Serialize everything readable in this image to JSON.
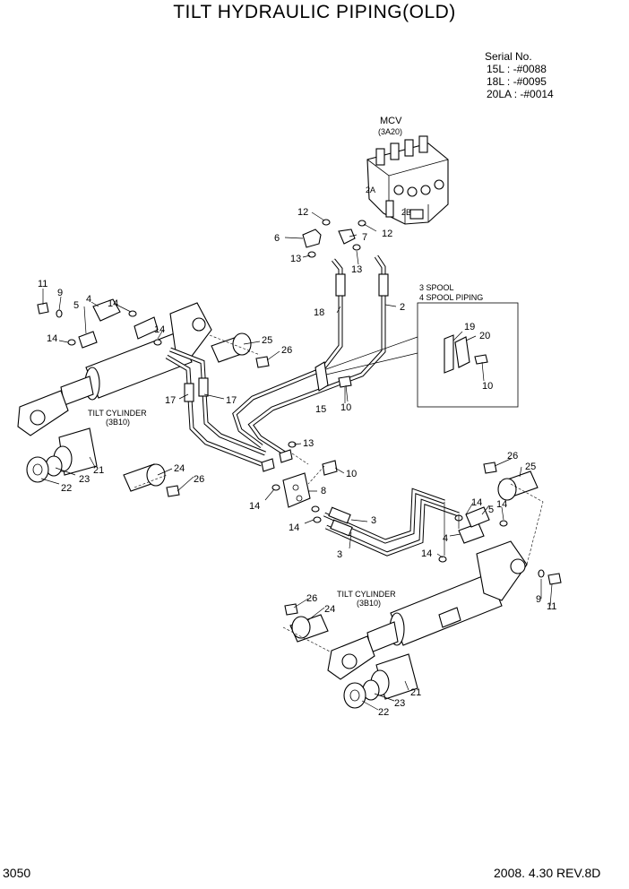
{
  "title": "TILT HYDRAULIC PIPING(OLD)",
  "serial": {
    "heading": "Serial No.",
    "lines": [
      "15L : -#0088",
      "18L : -#0095",
      "20LA : -#0014"
    ]
  },
  "page_number": "3050",
  "revision": "2008. 4.30  REV.8D",
  "annotations": {
    "mcv": "MCV",
    "mcv_code": "(3A20)",
    "spool_line1": "3 SPOOL",
    "spool_line2": "4 SPOOL PIPING",
    "tilt_cyl_left": "TILT CYLINDER",
    "tilt_cyl_left_code": "(3B10)",
    "tilt_cyl_right": "TILT CYLINDER",
    "tilt_cyl_right_code": "(3B10)",
    "port_2a": "2A",
    "port_2b": "2B"
  },
  "parts": {
    "p12a": "12",
    "p12b": "12",
    "p6": "6",
    "p7": "7",
    "p13a": "13",
    "p13b": "13",
    "p18": "18",
    "p2": "2",
    "p19": "19",
    "p20": "20",
    "p10a": "10",
    "p15": "15",
    "p10b": "10",
    "p11a": "11",
    "p9a": "9",
    "p4a": "4",
    "p14a": "14",
    "p5a": "5",
    "p14b": "14",
    "p14c": "14",
    "p25a": "25",
    "p26a": "26",
    "p17a": "17",
    "p17b": "17",
    "p13c": "13",
    "p10c": "10",
    "p8": "8",
    "p14d": "14",
    "p14e": "14",
    "p3a": "3",
    "p3b": "3",
    "p21a": "21",
    "p24a": "24",
    "p23a": "23",
    "p22a": "22",
    "p26b": "26",
    "p26c": "26",
    "p25b": "25",
    "p14f": "14",
    "p5b": "5",
    "p14g": "14",
    "p4b": "4",
    "p14h": "14",
    "p9b": "9",
    "p11b": "11",
    "p26d": "26",
    "p24b": "24",
    "p21b": "21",
    "p23b": "23",
    "p22b": "22"
  }
}
